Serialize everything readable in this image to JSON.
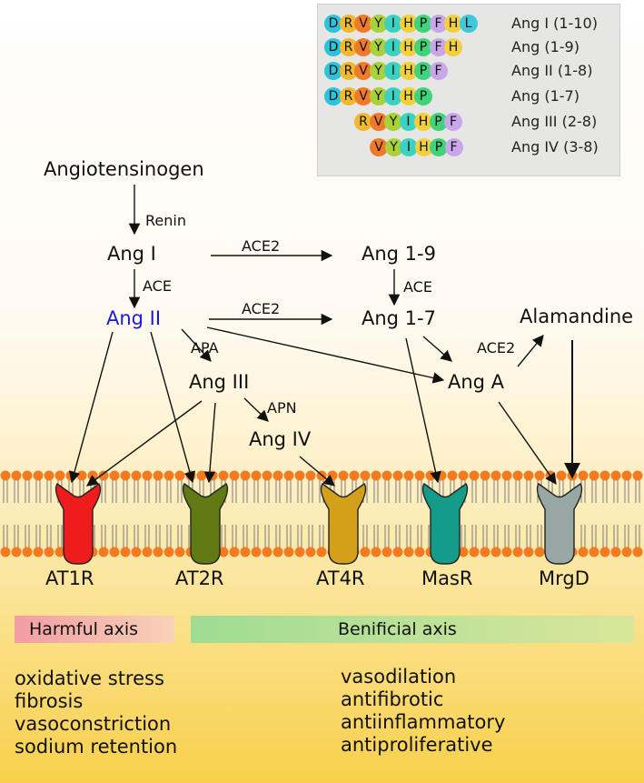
{
  "legend": {
    "rows": [
      {
        "name": "Ang I (1-10)",
        "seq": [
          "D",
          "R",
          "V",
          "Y",
          "I",
          "H",
          "P",
          "F",
          "H",
          "L"
        ]
      },
      {
        "name": "Ang (1-9)",
        "seq": [
          "D",
          "R",
          "V",
          "Y",
          "I",
          "H",
          "P",
          "F",
          "H"
        ]
      },
      {
        "name": "Ang II (1-8)",
        "seq": [
          "D",
          "R",
          "V",
          "Y",
          "I",
          "H",
          "P",
          "F"
        ]
      },
      {
        "name": "Ang (1-7)",
        "seq": [
          "D",
          "R",
          "V",
          "Y",
          "I",
          "H",
          "P"
        ]
      },
      {
        "name": "Ang III (2-8)",
        "seq": [
          "R",
          "V",
          "Y",
          "I",
          "H",
          "P",
          "F"
        ]
      },
      {
        "name": "Ang IV (3-8)",
        "seq": [
          "V",
          "Y",
          "I",
          "H",
          "P",
          "F"
        ]
      }
    ],
    "residue_colors": {
      "D": "#29c4dc",
      "R": "#f2b92e",
      "V": "#f07a2a",
      "Y": "#a9d13a",
      "I": "#3bd2c2",
      "H": "#f5cf3a",
      "P": "#3fd37a",
      "F": "#c9a6ea",
      "L": "#3ec8dc"
    }
  },
  "nodes": {
    "angiotensinogen": "Angiotensinogen",
    "ang1": "Ang I",
    "ang19": "Ang 1-9",
    "ang2": "Ang II",
    "ang17": "Ang 1-7",
    "alamandine": "Alamandine",
    "ang3": "Ang III",
    "anga": "Ang A",
    "ang4": "Ang IV"
  },
  "enzymes": {
    "renin": "Renin",
    "ace2_top": "ACE2",
    "ace_left": "ACE",
    "ace_right": "ACE",
    "ace2_mid": "ACE2",
    "apa": "APA",
    "ace2_right": "ACE2",
    "apn": "APN"
  },
  "receptors": [
    {
      "label": "AT1R",
      "color": "#ee1c1c"
    },
    {
      "label": "AT2R",
      "color": "#5f7a12"
    },
    {
      "label": "AT4R",
      "color": "#d4a017"
    },
    {
      "label": "MasR",
      "color": "#149c88"
    },
    {
      "label": "MrgD",
      "color": "#98a6a4"
    }
  ],
  "axes": {
    "harmful": "Harmful axis",
    "beneficial": "Benificial axis"
  },
  "effects": {
    "harmful": [
      "oxidative stress",
      "fibrosis",
      "vasoconstriction",
      "sodium retention"
    ],
    "beneficial": [
      "vasodilation",
      "antifibrotic",
      "antiinflammatory",
      "antiproliferative"
    ]
  },
  "colors": {
    "ang2_highlight": "#1a1adc",
    "membrane_head": "#f47a1f",
    "background_glow": "#f9d24a"
  }
}
